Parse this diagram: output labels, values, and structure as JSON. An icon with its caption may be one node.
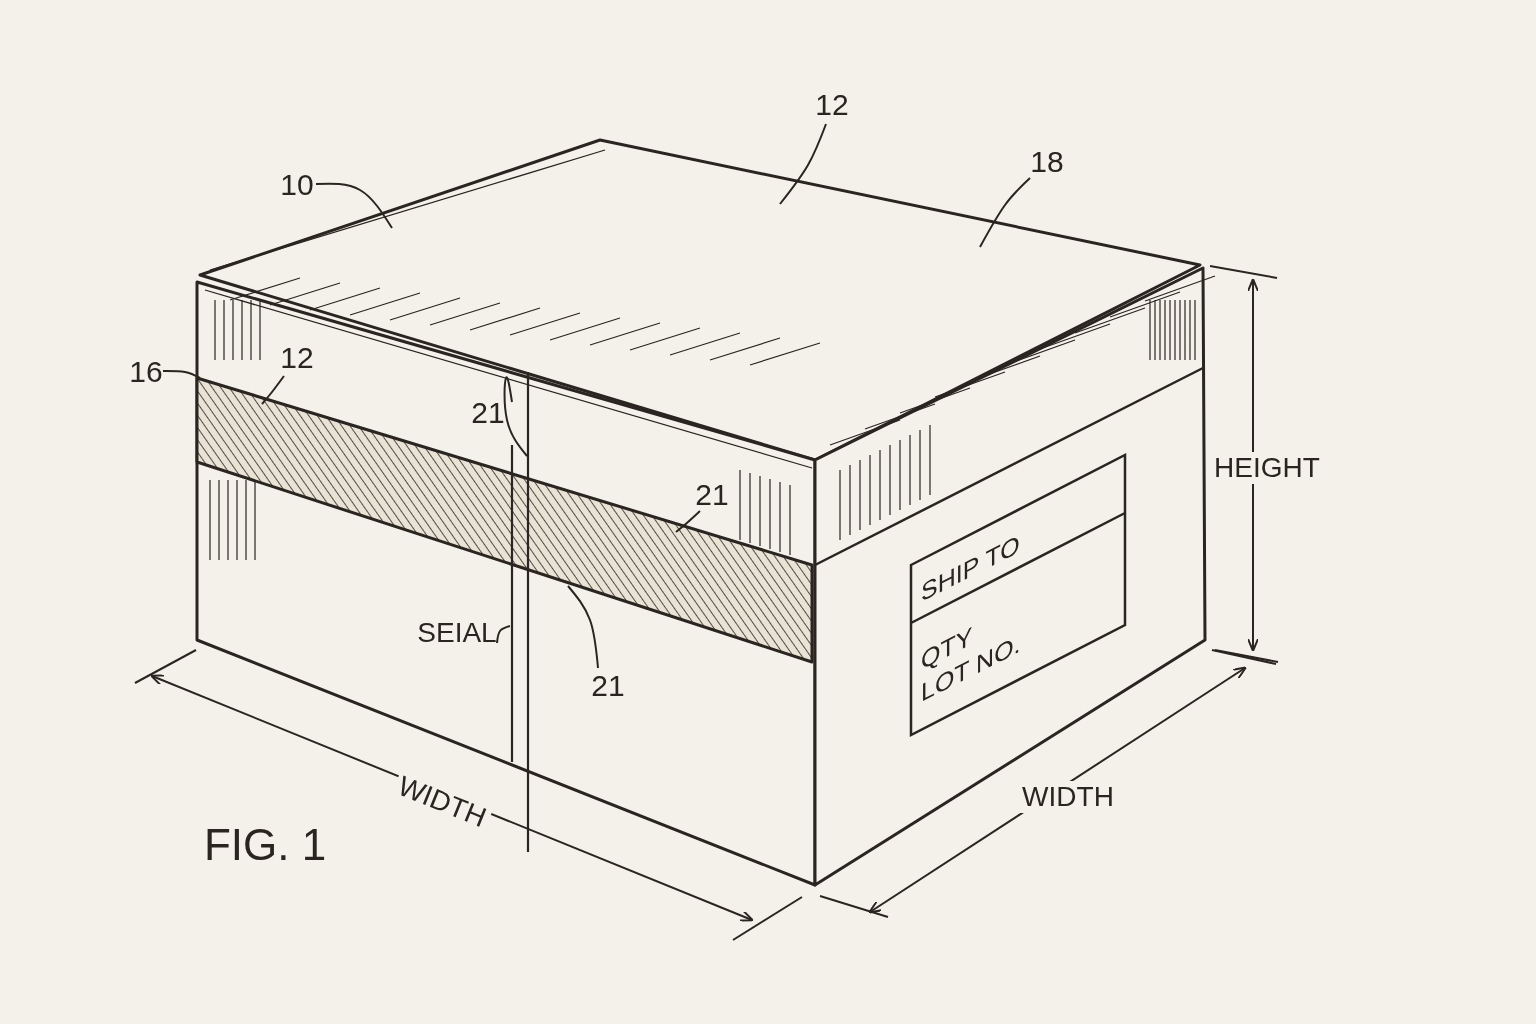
{
  "diagram": {
    "nodes": [
      {
        "text": [
          "10"
        ]
      },
      {
        "text": [
          "12"
        ]
      },
      {
        "text": [
          "18"
        ]
      },
      {
        "text": [
          "16"
        ]
      },
      {
        "text": [
          "12"
        ]
      },
      {
        "text": [
          "21"
        ]
      },
      {
        "text": [
          "21"
        ]
      },
      {
        "text": [
          "21"
        ]
      },
      {
        "text": [
          "SEIAL"
        ]
      },
      {
        "text": [
          "SHIP TO",
          "QTY",
          "LOT NO."
        ]
      }
    ],
    "edges": [
      {
        "from": 0,
        "to": null,
        "arrow": "none"
      },
      {
        "from": 1,
        "to": null,
        "arrow": "none"
      },
      {
        "from": 2,
        "to": null,
        "arrow": "none"
      },
      {
        "from": 3,
        "to": null,
        "arrow": "none"
      },
      {
        "from": 4,
        "to": null,
        "arrow": "none"
      },
      {
        "from": 5,
        "to": null,
        "arrow": "none"
      },
      {
        "from": 6,
        "to": null,
        "arrow": "none"
      },
      {
        "from": 7,
        "to": null,
        "arrow": "none"
      },
      {
        "from": 8,
        "to": null,
        "arrow": "none"
      }
    ],
    "labels": [
      "HEIGHT",
      "WIDTH",
      "WIDTH",
      "FIG. 1"
    ]
  }
}
